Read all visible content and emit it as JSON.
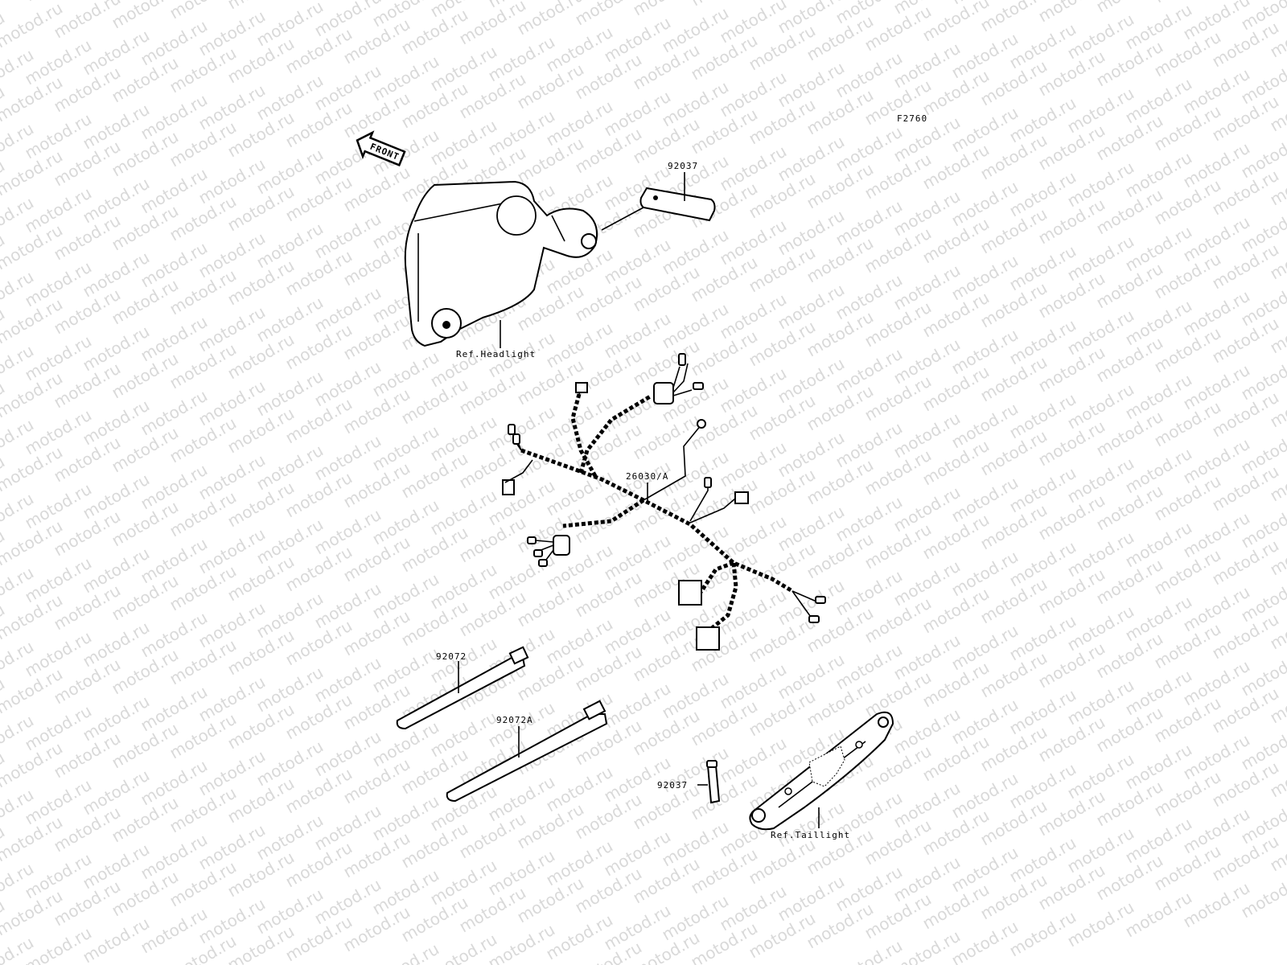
{
  "watermark": "motod.ru",
  "figure_code": "F2760",
  "front_label": "FRONT",
  "labels": {
    "p92037_top": "92037",
    "headlight": "Ref.Headlight",
    "harness": "26030/A",
    "tie1": "92072",
    "tie2": "92072A",
    "p92037_bottom": "92037",
    "taillight": "Ref.Taillight"
  }
}
